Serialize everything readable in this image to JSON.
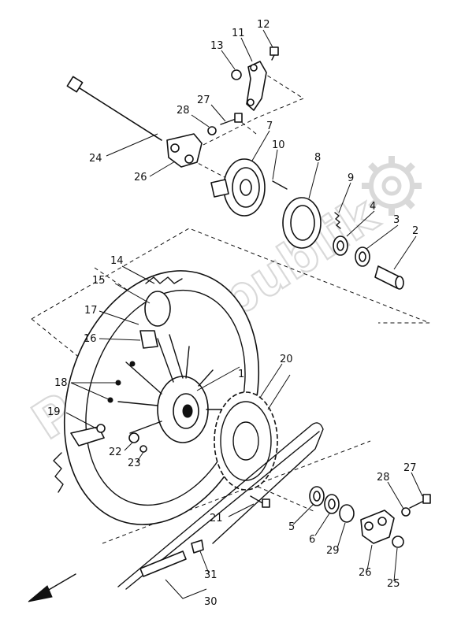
{
  "watermark": {
    "text": "PartsRepublik",
    "icon": "gear-icon"
  },
  "labels": {
    "l1": "1",
    "l2": "2",
    "l3": "3",
    "l4": "4",
    "l5": "5",
    "l6": "6",
    "l7": "7",
    "l8": "8",
    "l9": "9",
    "l10": "10",
    "l11": "11",
    "l12": "12",
    "l13": "13",
    "l14": "14",
    "l15": "15",
    "l16": "16",
    "l17": "17",
    "l18": "18",
    "l19": "19",
    "l20": "20",
    "l21": "21",
    "l22": "22",
    "l23": "23",
    "l24": "24",
    "l25": "25",
    "l26": "26",
    "l26b": "26",
    "l27": "27",
    "l27b": "27",
    "l28": "28",
    "l28b": "28",
    "l29": "29",
    "l30": "30",
    "l31": "31"
  },
  "direction_arrow": "arrow-icon"
}
